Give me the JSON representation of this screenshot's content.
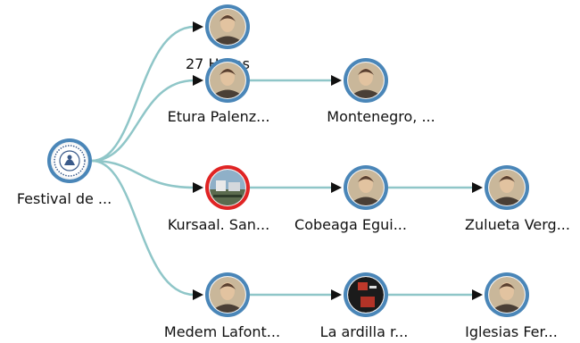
{
  "nodes": [
    {
      "id": "festival",
      "label": "Festival de ...",
      "icon": "seal-logo-icon",
      "selected": false
    },
    {
      "id": "27horas",
      "label": "27 Horas",
      "icon": "person-photo-icon",
      "selected": false
    },
    {
      "id": "etura",
      "label": "Etura Palenz...",
      "icon": "person-photo-icon",
      "selected": false
    },
    {
      "id": "montenegro",
      "label": "Montenegro, ...",
      "icon": "person-photo-icon",
      "selected": false
    },
    {
      "id": "kursaal",
      "label": "Kursaal. San...",
      "icon": "building-photo-icon",
      "selected": true
    },
    {
      "id": "cobeaga",
      "label": "Cobeaga Egui...",
      "icon": "person-photo-icon",
      "selected": false
    },
    {
      "id": "zulueta",
      "label": "Zulueta Verg...",
      "icon": "person-photo-icon",
      "selected": false
    },
    {
      "id": "medem",
      "label": "Medem Lafont...",
      "icon": "person-photo-icon",
      "selected": false
    },
    {
      "id": "ardilla",
      "label": "La ardilla r...",
      "icon": "film-poster-icon",
      "selected": false
    },
    {
      "id": "iglesias",
      "label": "Iglesias Fer...",
      "icon": "person-photo-icon",
      "selected": false
    }
  ],
  "edges": [
    {
      "from": "festival",
      "to": "27horas"
    },
    {
      "from": "festival",
      "to": "etura"
    },
    {
      "from": "festival",
      "to": "kursaal"
    },
    {
      "from": "festival",
      "to": "medem"
    },
    {
      "from": "etura",
      "to": "montenegro"
    },
    {
      "from": "kursaal",
      "to": "cobeaga"
    },
    {
      "from": "cobeaga",
      "to": "zulueta"
    },
    {
      "from": "medem",
      "to": "ardilla"
    },
    {
      "from": "ardilla",
      "to": "iglesias"
    }
  ],
  "colors": {
    "edge": "#8fc6c8",
    "node_ring": "#4a86b8",
    "selected_ring": "#e02424",
    "arrow": "#111111"
  }
}
